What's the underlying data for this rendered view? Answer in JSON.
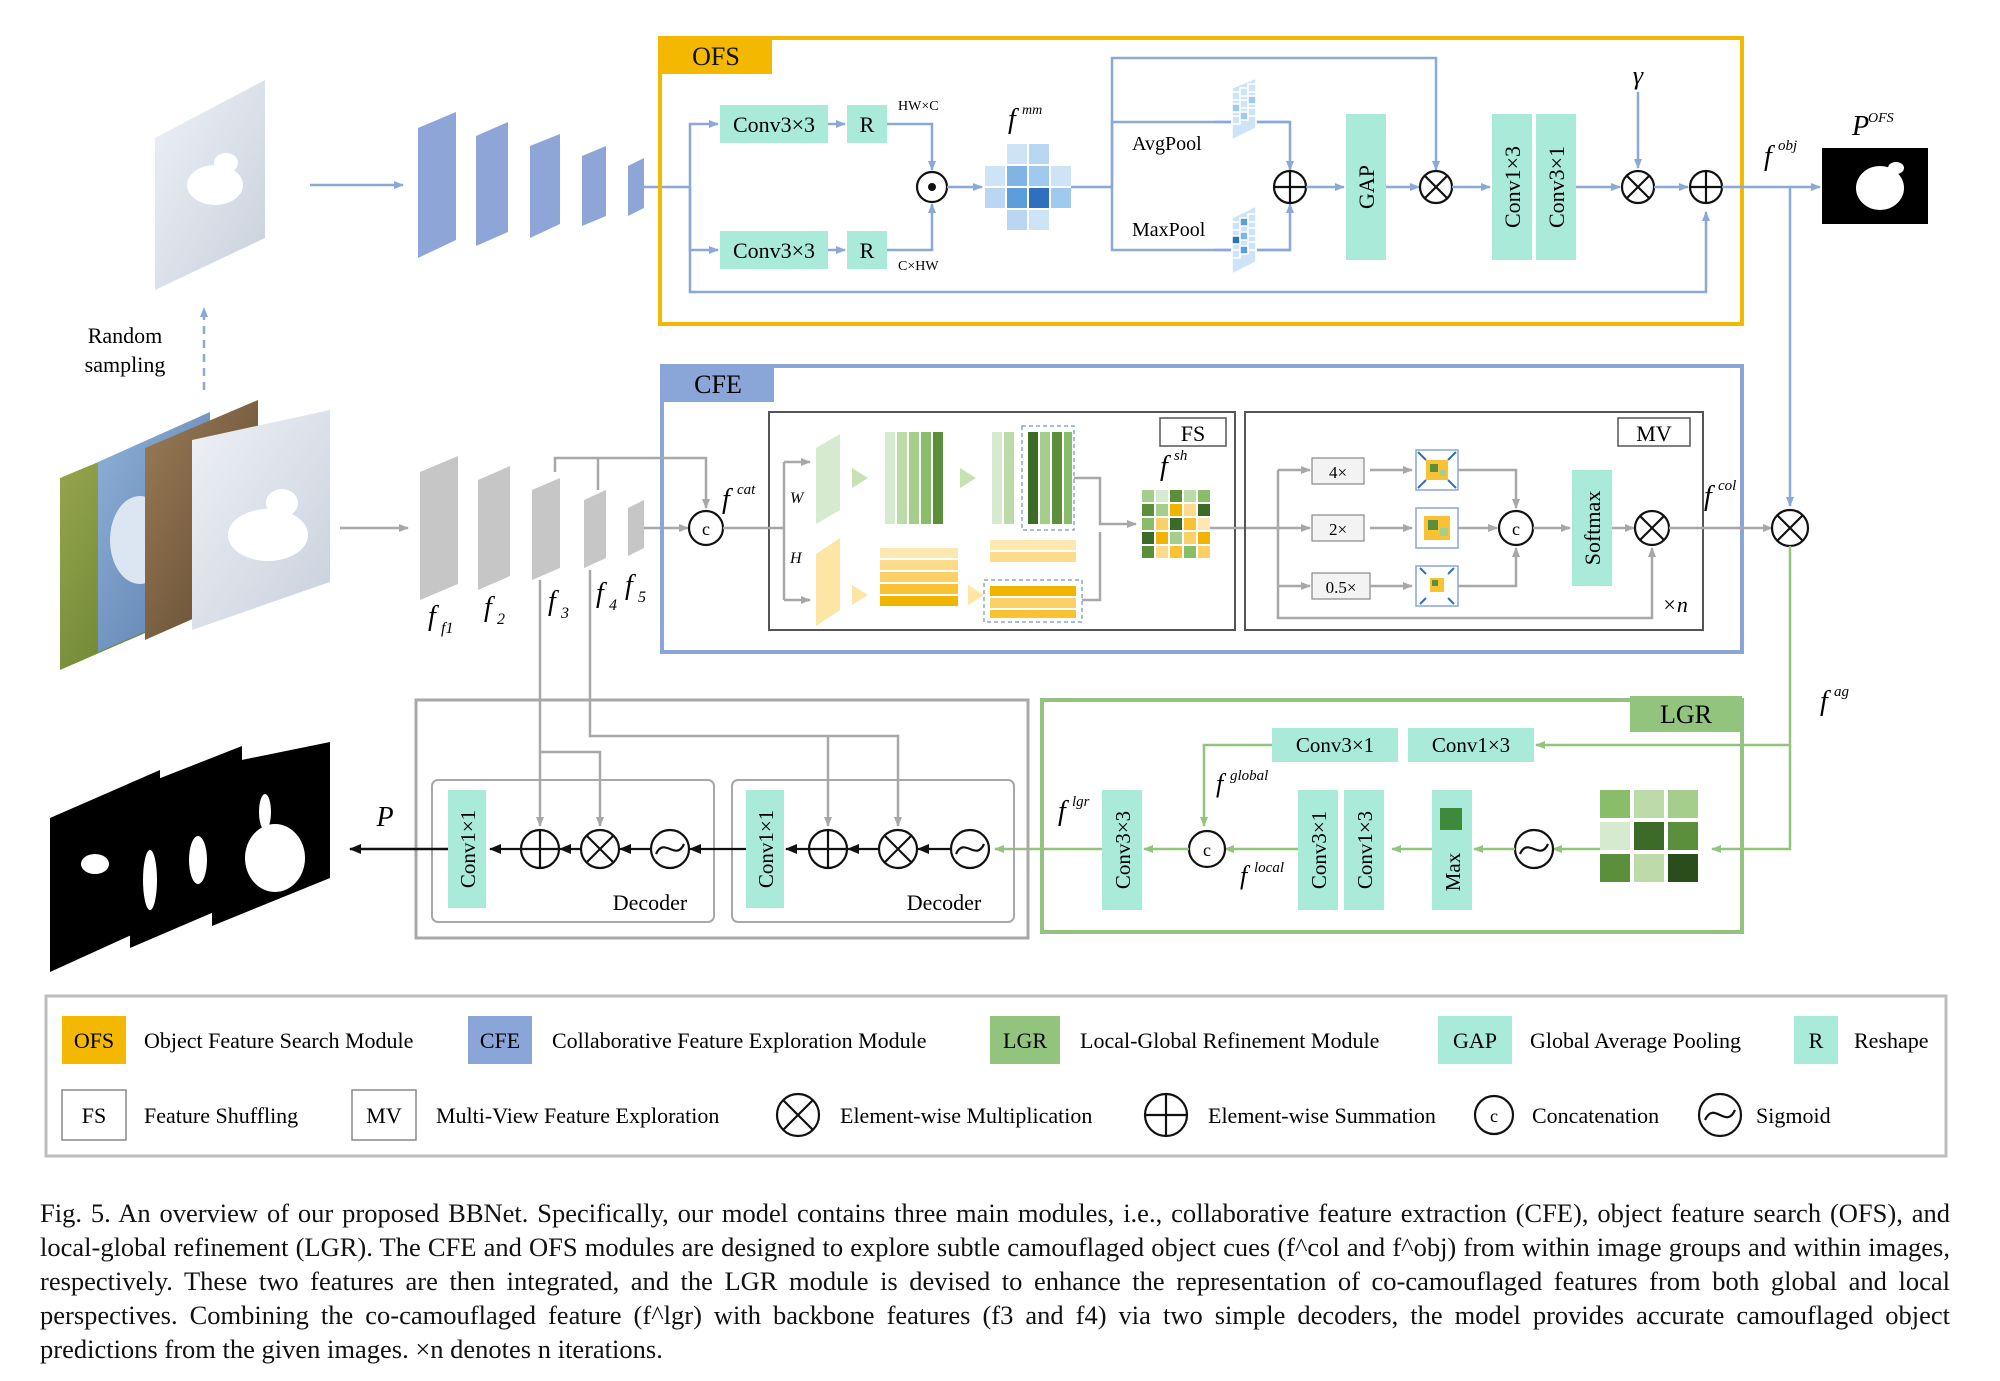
{
  "colors": {
    "ofs_border": "#f5b800",
    "cfe_border": "#8aa5d8",
    "lgr_border": "#93c47d",
    "block_teal": "#a9ead8",
    "arrow_blue": "#8aa8d8",
    "arrow_gray": "#a8a8a8",
    "arrow_green": "#93c47d"
  },
  "inputs": {
    "random_sampling": "Random sampling",
    "features": [
      "f1",
      "f2",
      "f3",
      "f4",
      "f5"
    ]
  },
  "ofs": {
    "title": "OFS",
    "conv_top": "Conv3×3",
    "conv_bottom": "Conv3×3",
    "reshape_top": "R",
    "reshape_bottom": "R",
    "hw_c": "HW×C",
    "c_hw": "C×HW",
    "f_mm": "mm",
    "avgpool": "AvgPool",
    "maxpool": "MaxPool",
    "gap": "GAP",
    "conv1x3": "Conv1×3",
    "conv3x1": "Conv3×1",
    "gamma": "γ",
    "f_obj": "obj",
    "p_ofs": "OFS"
  },
  "cfe": {
    "title": "CFE",
    "f_cat": "cat",
    "w": "W",
    "h": "H",
    "fs": "FS",
    "f_sh": "sh",
    "mv": "MV",
    "scales": [
      "4×",
      "2×",
      "0.5×"
    ],
    "softmax": "Softmax",
    "times_n": "×n",
    "f_col": "col"
  },
  "lgr": {
    "title": "LGR",
    "f_ag": "ag",
    "conv3x1_top": "Conv3×1",
    "conv1x3_top": "Conv1×3",
    "f_global": "global",
    "f_local": "local",
    "f_lgr": "lgr",
    "conv3x3": "Conv3×3",
    "conv3x1": "Conv3×1",
    "conv1x3": "Conv1×3",
    "max": "Max"
  },
  "decoder": {
    "conv": "Conv1×1",
    "label": "Decoder",
    "output": "P"
  },
  "legend": [
    {
      "key": "OFS",
      "text": "Object Feature Search Module"
    },
    {
      "key": "CFE",
      "text": "Collaborative Feature Exploration Module"
    },
    {
      "key": "LGR",
      "text": "Local-Global Refinement Module"
    },
    {
      "key": "GAP",
      "text": "Global Average Pooling"
    },
    {
      "key": "R",
      "text": "Reshape"
    },
    {
      "key": "FS",
      "text": "Feature Shuffling"
    },
    {
      "key": "MV",
      "text": "Multi-View Feature Exploration"
    },
    {
      "key": "mul",
      "text": "Element-wise Multiplication"
    },
    {
      "key": "sum",
      "text": "Element-wise Summation"
    },
    {
      "key": "c",
      "text": "Concatenation"
    },
    {
      "key": "sig",
      "text": "Sigmoid"
    }
  ],
  "caption": {
    "label": "Fig. 5.",
    "text": "An overview of our proposed BBNet. Specifically, our model contains three main modules, i.e., collaborative feature extraction (CFE), object feature search (OFS), and local-global refinement (LGR). The CFE and OFS modules are designed to explore subtle camouflaged object cues (f^col and f^obj) from within image groups and within images, respectively. These two features are then integrated, and the LGR module is devised to enhance the representation of co-camouflaged features from both global and local perspectives. Combining the co-camouflaged feature (f^lgr) with backbone features (f3 and f4) via two simple decoders, the model provides accurate camouflaged object predictions from the given images. ×n denotes n iterations."
  }
}
